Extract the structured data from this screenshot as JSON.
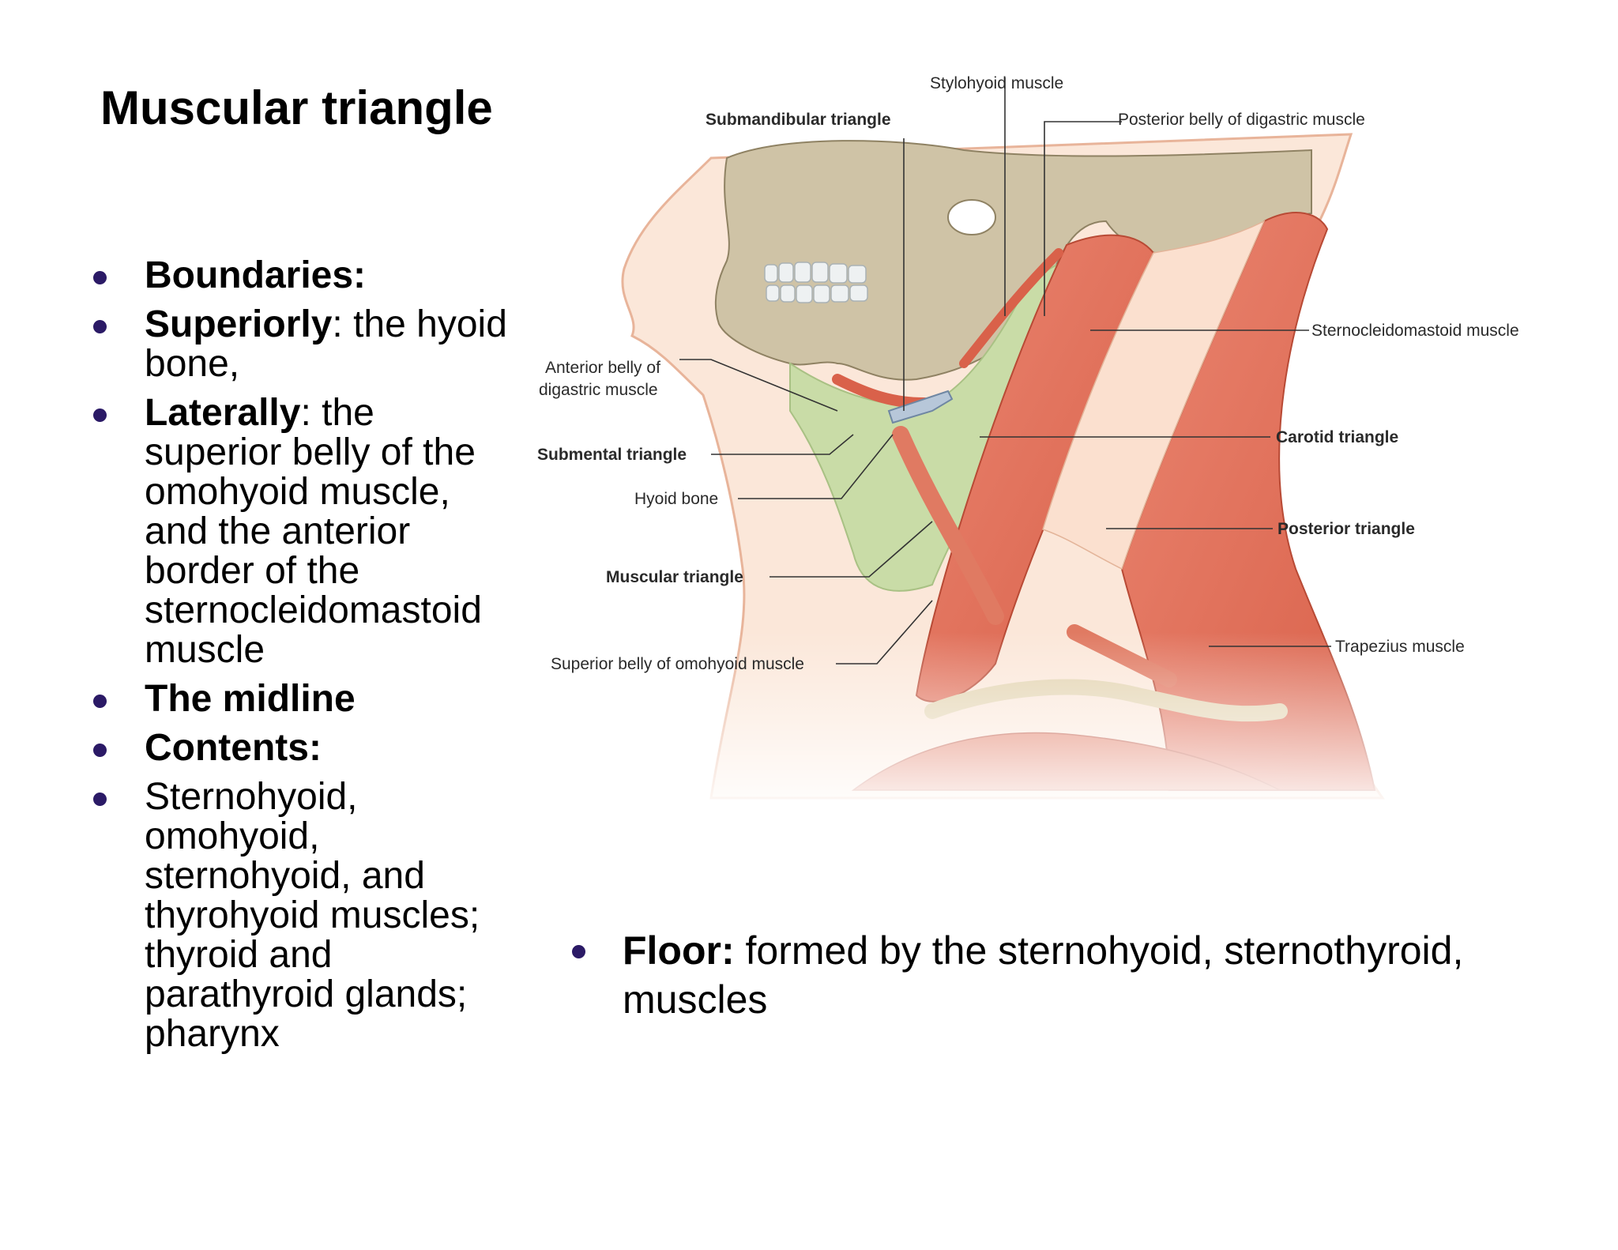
{
  "slide": {
    "title": "Muscular triangle",
    "bullet_color": "#2b1a66"
  },
  "left_list": [
    {
      "bold": "Boundaries:",
      "text": ""
    },
    {
      "bold": "Superiorly",
      "text": ": the hyoid bone,"
    },
    {
      "bold": "Laterally",
      "text": ": the superior belly of the omohyoid muscle, and the anterior border of the sternocleidomastoid muscle"
    },
    {
      "bold": "The midline",
      "text": ""
    },
    {
      "bold": "Contents:",
      "text": ""
    },
    {
      "bold": "",
      "text": "Sternohyoid, omohyoid, sternohyoid, and thyrohyoid muscles; thyroid and parathyroid glands; pharynx"
    }
  ],
  "floor": {
    "bold": "Floor:",
    "text": " formed by the sternohyoid,  sternothyroid, muscles"
  },
  "figure_labels": {
    "stylohyoid": "Stylohyoid muscle",
    "submandibular": "Submandibular triangle",
    "posterior_digastric": "Posterior belly of digastric muscle",
    "scm": "Sternocleidomastoid muscle",
    "anterior_digastric_1": "Anterior belly of",
    "anterior_digastric_2": "digastric muscle",
    "submental": "Submental triangle",
    "carotid": "Carotid triangle",
    "hyoid": "Hyoid bone",
    "posterior_triangle": "Posterior triangle",
    "muscular": "Muscular triangle",
    "trapezius": "Trapezius muscle",
    "superior_omohyoid": "Superior belly of omohyoid muscle"
  }
}
